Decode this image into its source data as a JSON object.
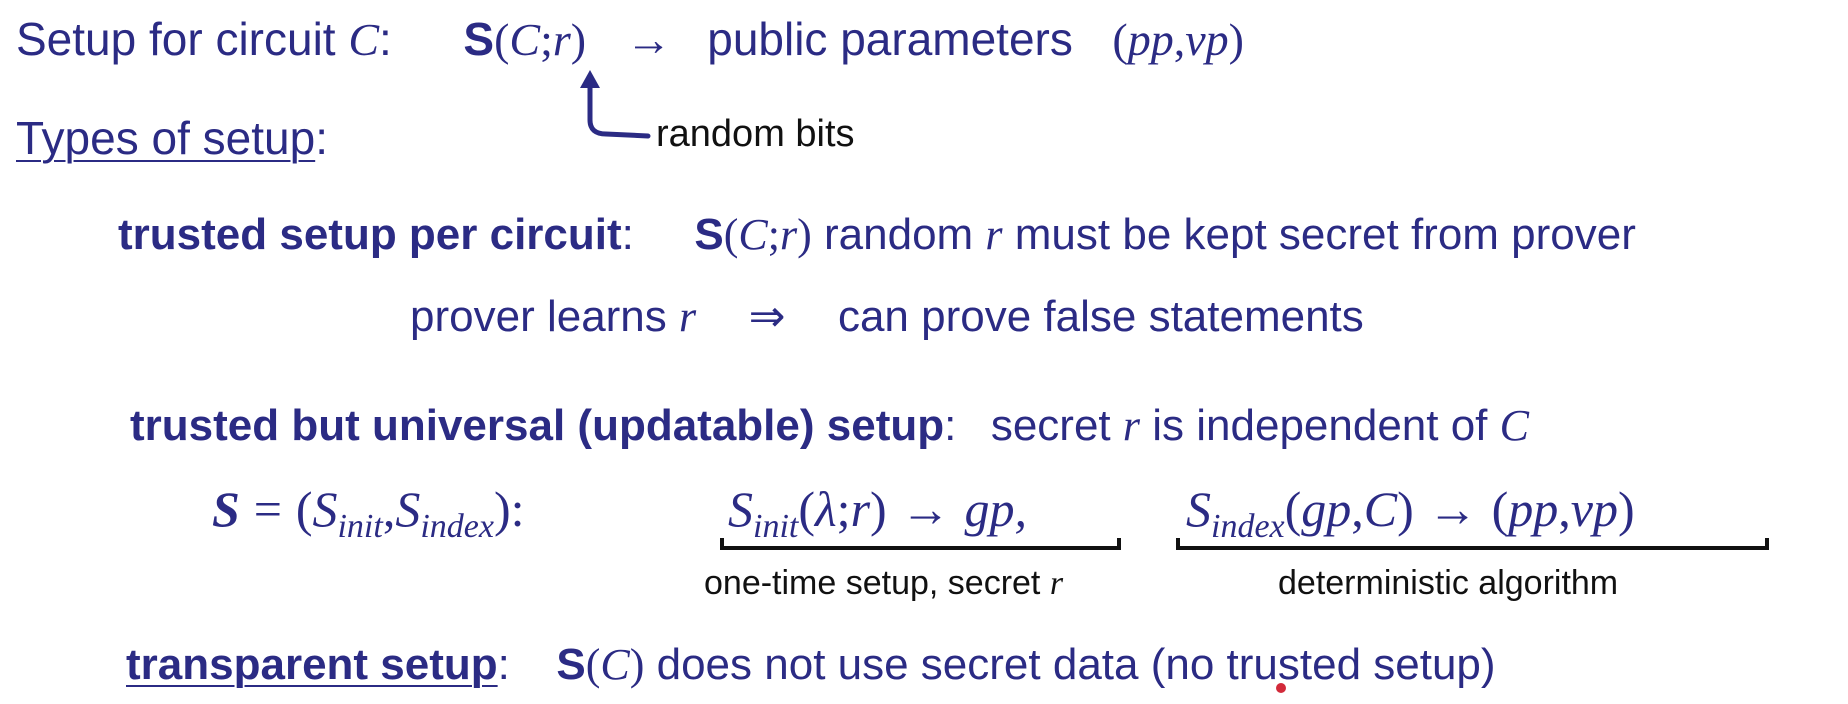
{
  "line1": {
    "label": "Setup for circuit",
    "var_c": "C",
    "colon": ":",
    "s": "S",
    "open": "(",
    "c": "C",
    "semi": ";",
    "r": "r",
    "close": ")",
    "arrow": "→",
    "text": "public parameters",
    "pp_open": "(",
    "pp": "pp",
    "comma": ",",
    "vp": "vp",
    "pp_close": ")"
  },
  "random_bits": "random bits",
  "types_heading": "Types of setup",
  "types_colon": ":",
  "trusted": {
    "label": "trusted setup per circuit",
    "colon": ":",
    "s": "S",
    "open": "(",
    "c": "C",
    "semi": ";",
    "r": "r",
    "close": ")",
    "text1": "random",
    "r2": "r",
    "text2": "must be kept secret from prover"
  },
  "prover_line": {
    "text1": "prover learns",
    "r": "r",
    "implies": "⇒",
    "text2": "can prove false statements"
  },
  "universal": {
    "label1": "trusted but universal",
    "paren": "(updatable)",
    "label2": "setup",
    "colon": ":",
    "text": "secret",
    "r": "r",
    "text2": "is independent of",
    "c": "C"
  },
  "formula": {
    "s": "S",
    "eq": "=",
    "open": "(",
    "s1": "S",
    "sub1": "init",
    "comma": ",",
    "s2": "S",
    "sub2": "index",
    "close": "):",
    "init_s": "S",
    "init_sub": "init",
    "init_args_open": "(",
    "lambda": "λ",
    "init_semi": ";",
    "init_r": "r",
    "init_args_close": ")",
    "init_arrow": "→",
    "gp": "gp,",
    "index_s": "S",
    "index_sub": "index",
    "index_open": "(",
    "index_gp": "gp",
    "index_comma": ",",
    "index_c": "C",
    "index_close": ")",
    "index_arrow": "→",
    "out_open": "(",
    "out_pp": "pp",
    "out_comma": ",",
    "out_vp": "vp",
    "out_close": ")"
  },
  "brace_labels": {
    "init_text": "one-time setup, secret",
    "init_r": "r",
    "index_text": "deterministic algorithm"
  },
  "transparent": {
    "label": "transparent setup",
    "colon": ":",
    "s": "S",
    "open": "(",
    "c": "C",
    "close": ")",
    "text": "does not use secret data (no trusted setup)"
  },
  "colors": {
    "text": "#2b2b84",
    "labels": "#111111",
    "pointer": "#d22a3a"
  }
}
